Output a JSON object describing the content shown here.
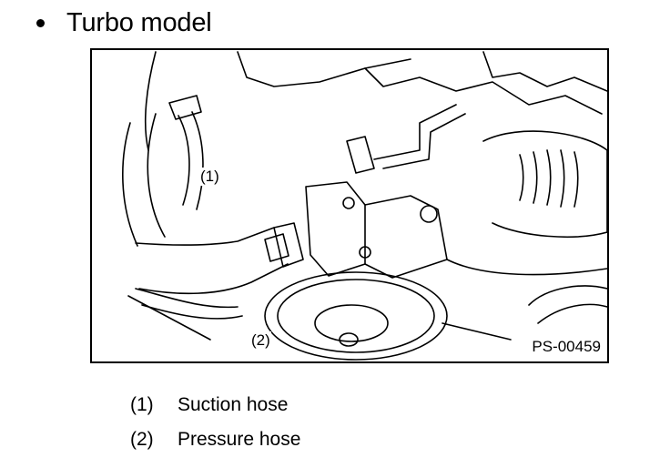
{
  "heading": "Turbo model",
  "figure": {
    "callouts": [
      "(1)",
      "(2)"
    ],
    "id": "PS-00459"
  },
  "legend": [
    {
      "num": "(1)",
      "label": "Suction hose"
    },
    {
      "num": "(2)",
      "label": "Pressure hose"
    }
  ]
}
